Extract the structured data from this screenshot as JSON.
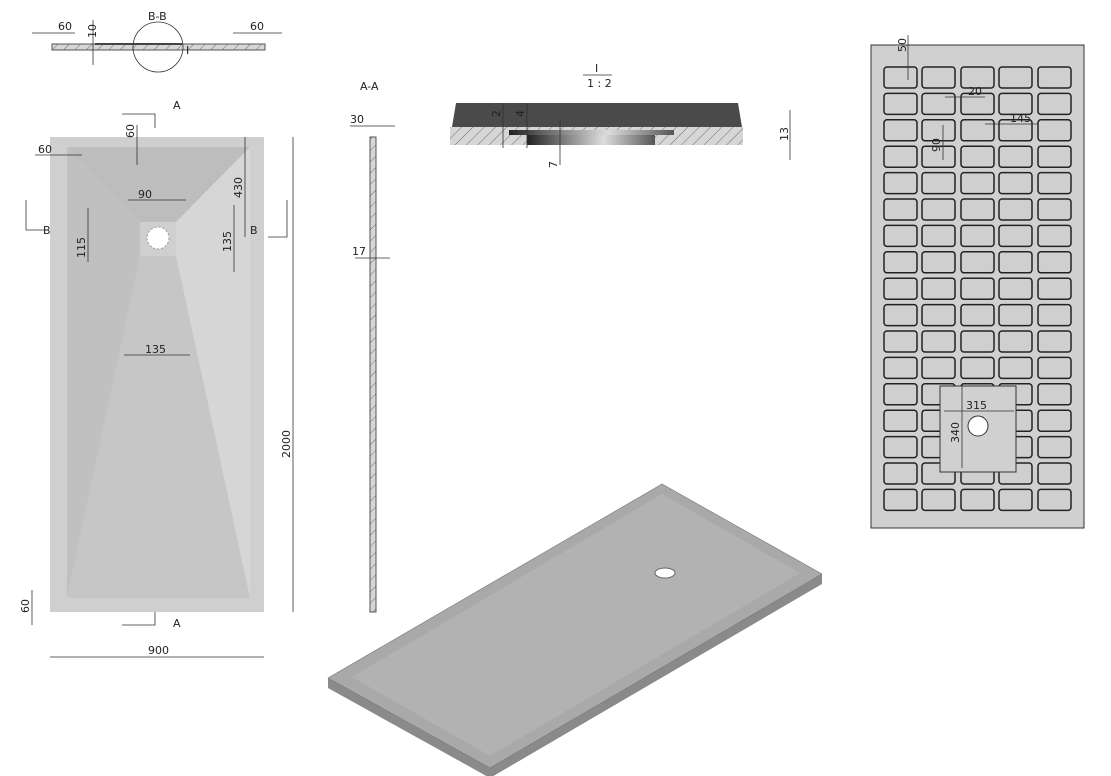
{
  "section_bb": {
    "title": "B-B",
    "dims": [
      "60",
      "10",
      "60"
    ],
    "detail_marker": "I"
  },
  "plan_view": {
    "section_mark": "A",
    "section_mark_b": "B",
    "dims": {
      "top_offset": "60",
      "left_offset": "60",
      "drain_diameter": "90",
      "outer_diameter": "115",
      "drain_from_top": "430",
      "drain_height": "135",
      "channel_width": "135",
      "length": "2000",
      "width": "900",
      "bottom_offset": "60"
    }
  },
  "section_aa": {
    "title": "A-A",
    "dims": [
      "30",
      "17"
    ]
  },
  "detail_i": {
    "title": "I",
    "scale": "1 : 2",
    "dims": [
      "2",
      "4",
      "7",
      "13"
    ]
  },
  "bottom_view": {
    "dims": [
      "50",
      "20",
      "145",
      "90",
      "315",
      "340"
    ]
  },
  "colors": {
    "surface": "#c9c9c9",
    "slope_dark": "#b4b4b4",
    "frame": "#d0d0d0",
    "dark_top": "#4a4a4a"
  }
}
